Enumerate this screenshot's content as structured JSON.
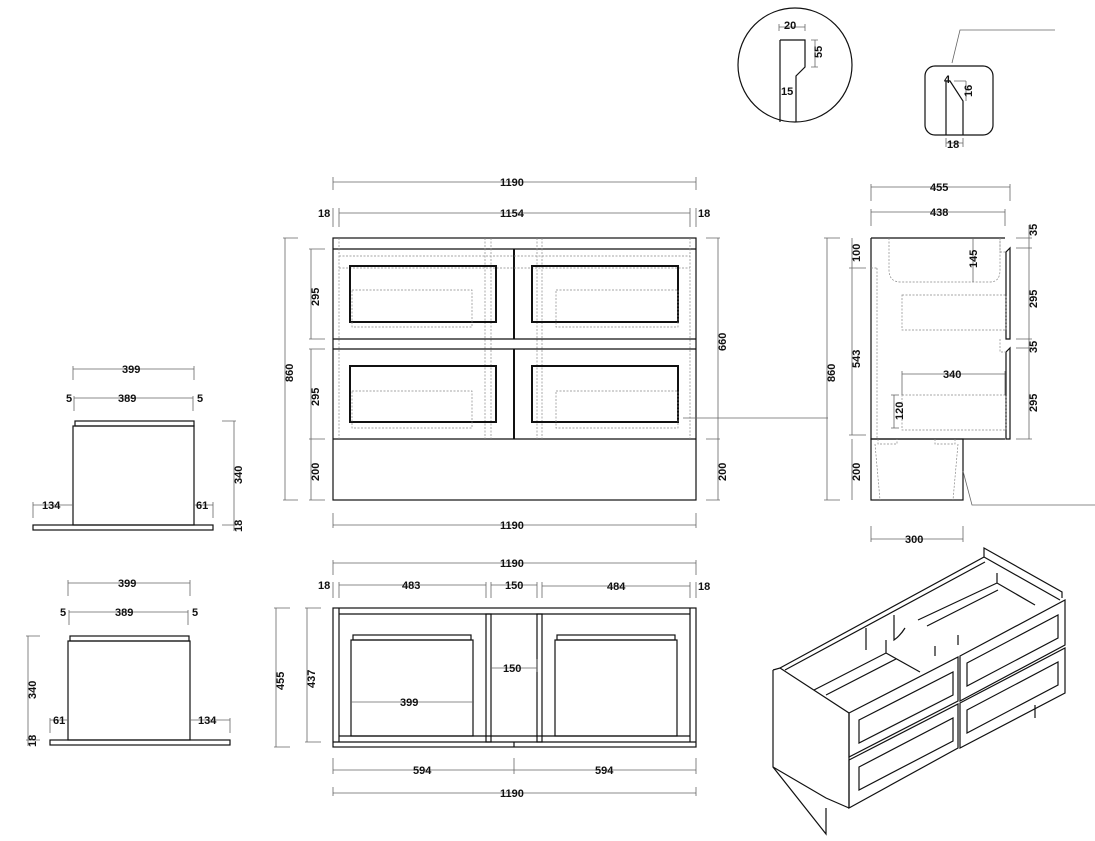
{
  "drawing": {
    "title": "Vanity cabinet 1190 - four drawer technical drawing",
    "line_color": "#111111",
    "dimension_color": "#666666",
    "background": "#ffffff"
  },
  "details": {
    "profile_circle": {
      "width": "20",
      "height": "55",
      "thickness": "15"
    },
    "handle_profile": {
      "depth": "4",
      "height": "16",
      "thickness": "18"
    }
  },
  "front_view": {
    "overall_width": "1190",
    "inner_width": "1154",
    "side_left": "18",
    "side_right": "18",
    "overall_height": "860",
    "drawer_height_top": "295",
    "drawer_height_bottom": "295",
    "plinth_height_left": "200",
    "drawers_total_height": "660",
    "plinth_height_right": "200",
    "bottom_width": "1190"
  },
  "side_view": {
    "overall_depth": "455",
    "inner_depth": "438",
    "top_rail": "100",
    "sink_depth": "145",
    "gap_top": "35",
    "drawer_front_top": "295",
    "gap_mid": "35",
    "drawer_front_bottom": "295",
    "carcass_height": "543",
    "overall_height": "860",
    "drawer_box_length": "340",
    "drawer_box_height": "120",
    "plinth_height": "200",
    "plinth_depth": "300"
  },
  "drawer_left": {
    "outer_width": "399",
    "inner_width": "389",
    "inset_left": "5",
    "inset_right": "5",
    "height": "340",
    "base": "18",
    "offset_left": "134",
    "offset_right": "61"
  },
  "drawer_right": {
    "outer_width": "399",
    "inner_width": "389",
    "inset_left": "5",
    "inset_right": "5",
    "height": "340",
    "base": "18",
    "offset_left": "61",
    "offset_right": "134"
  },
  "plan_view": {
    "overall_width_top": "1190",
    "side_left": "18",
    "bay_left": "483",
    "center_gap": "150",
    "bay_right": "484",
    "side_right": "18",
    "overall_depth": "455",
    "inner_depth": "437",
    "center_gap_inner": "150",
    "drawer_width": "399",
    "half_left": "594",
    "half_right": "594",
    "overall_width_bottom": "1190"
  }
}
